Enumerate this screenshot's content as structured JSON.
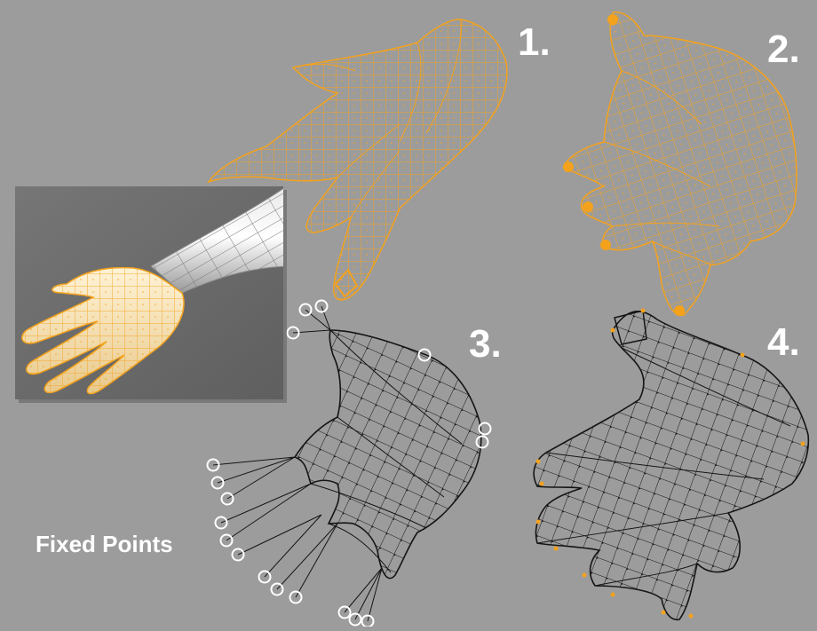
{
  "labels": {
    "step1": "1.",
    "step2": "2.",
    "step3": "3.",
    "step4": "4.",
    "fixed_points": "Fixed Points"
  },
  "colors": {
    "background": "#9c9c9c",
    "wire_orange": "#f4a21c",
    "wire_black": "#151515",
    "marker_white": "#ffffff",
    "inset_bg": "#6b6b6b",
    "label_white": "#ffffff"
  },
  "panels": [
    {
      "id": "step1",
      "description_icon": "hand-wireframe-orange"
    },
    {
      "id": "step2",
      "description_icon": "hand-wireframe-orange-flattening"
    },
    {
      "id": "step3",
      "description_icon": "hand-mesh-unfolded-with-fixed-points"
    },
    {
      "id": "step4",
      "description_icon": "hand-mesh-relaxed"
    }
  ]
}
